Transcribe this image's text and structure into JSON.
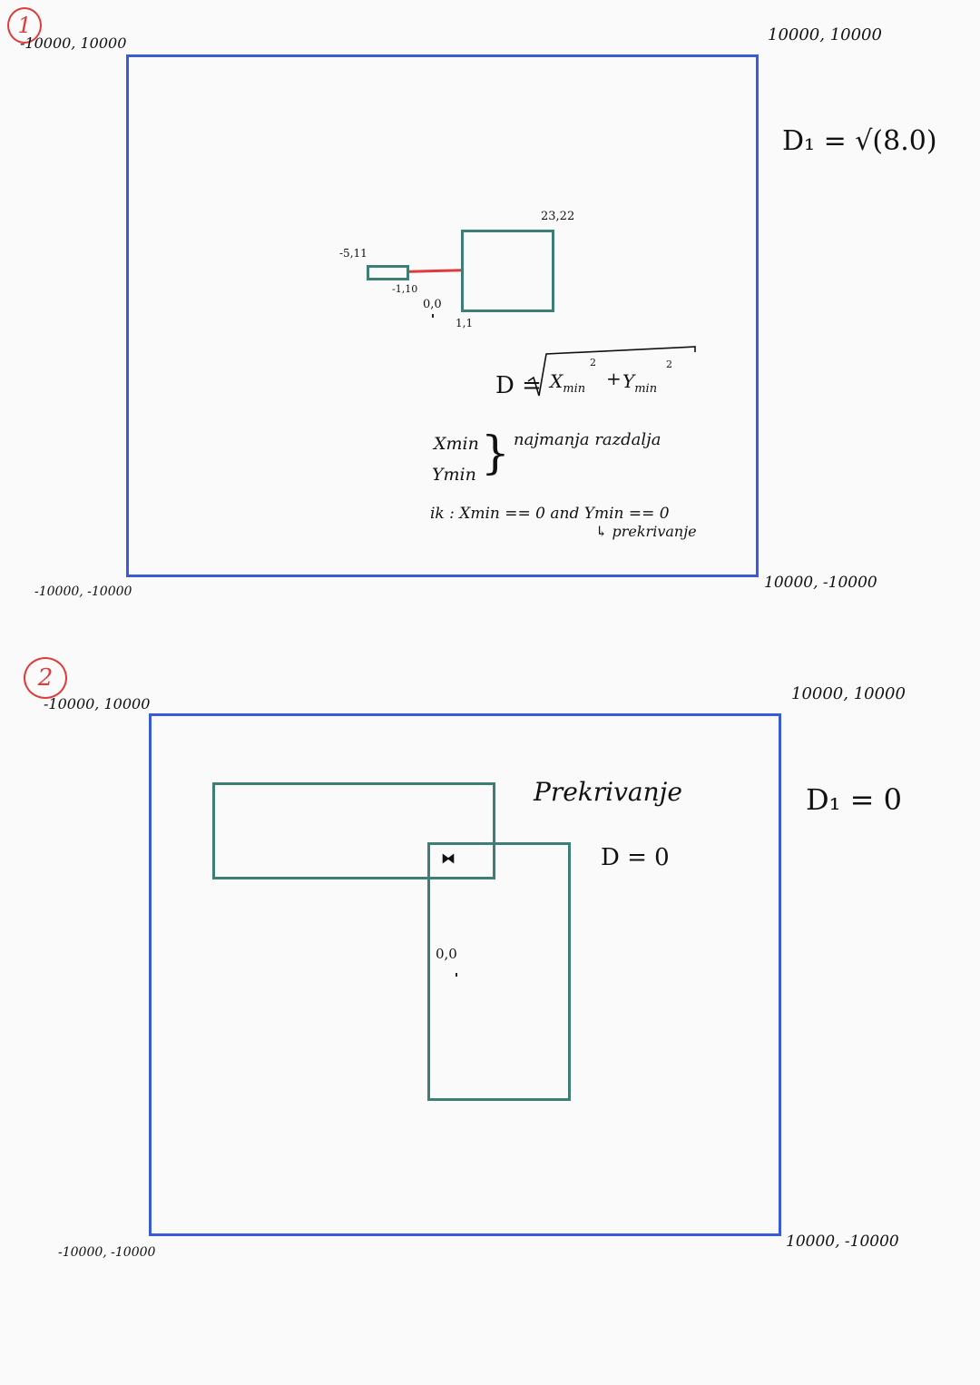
{
  "colors": {
    "boundary": "#3a5bd9",
    "rect": "#3d7f74",
    "highlight": "#e03a3a"
  },
  "diagram1": {
    "badge": "1",
    "corner_top_left": "-10000, 10000",
    "corner_top_right": "10000, 10000",
    "corner_bottom_left": "-10000, -10000",
    "corner_bottom_right": "10000, -10000",
    "result": "D₁ = √(8.0)",
    "label_small_top_left": "-5,11",
    "label_small_bottom_right": "-1,10",
    "label_big_top_right": "23,22",
    "label_big_bottom_left": "1,1",
    "label_origin": "0,0",
    "formula_prefix": "D =",
    "formula_term1": "X",
    "formula_term1_sub": "min",
    "formula_sup1": "2",
    "formula_plus": "+",
    "formula_term2": "Y",
    "formula_term2_sub": "min",
    "formula_sup2": "2",
    "xmin": "Xmin",
    "ymin": "Ymin",
    "note": "najmanja razdalja",
    "if_line": "ik : Xmin == 0  and  Ymin == 0",
    "arrow_note": "↳ prekrivanje"
  },
  "diagram2": {
    "badge": "2",
    "corner_top_left": "-10000, 10000",
    "corner_top_right": "10000, 10000",
    "corner_bottom_left": "-10000, -10000",
    "corner_bottom_right": "10000, -10000",
    "result": "D₁ = 0",
    "title": "Prekrivanje",
    "d_value": "D = 0",
    "label_origin": "0,0",
    "overlap_mark": "⧓"
  }
}
